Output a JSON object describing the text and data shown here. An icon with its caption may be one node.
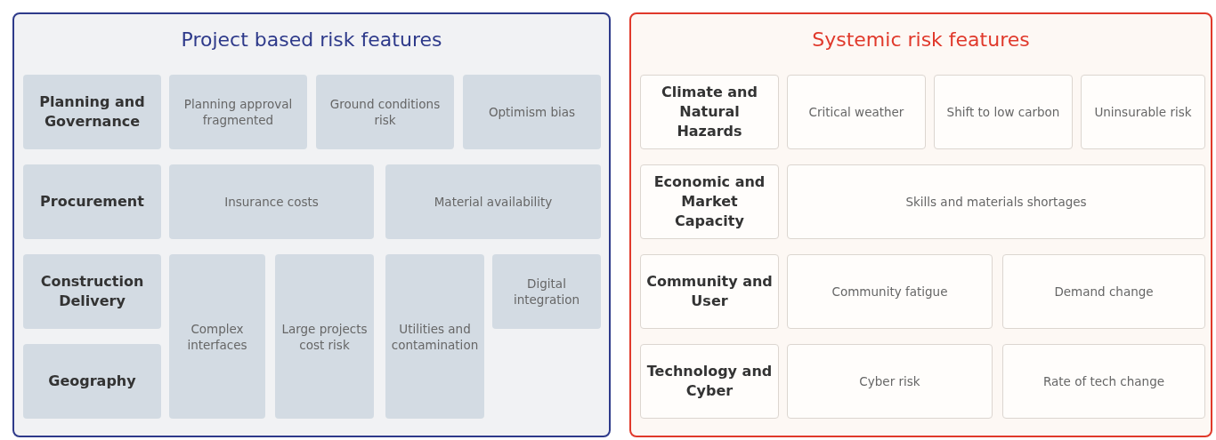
{
  "diagram": {
    "nodes": [
      {
        "text": [
          "Project based risk features"
        ]
      },
      {
        "text": [
          "Planning and Governance"
        ],
        "in": 0
      },
      {
        "text": [
          "Planning approval fragmented"
        ],
        "in": 0
      },
      {
        "text": [
          "Ground conditions risk"
        ],
        "in": 0
      },
      {
        "text": [
          "Optimism bias"
        ],
        "in": 0
      },
      {
        "text": [
          "Procurement"
        ],
        "in": 0
      },
      {
        "text": [
          "Insurance costs"
        ],
        "in": 0
      },
      {
        "text": [
          "Material availability"
        ],
        "in": 0
      },
      {
        "text": [
          "Construction Delivery"
        ],
        "in": 0
      },
      {
        "text": [
          "Complex interfaces"
        ],
        "in": 0
      },
      {
        "text": [
          "Large projects cost risk"
        ],
        "in": 0
      },
      {
        "text": [
          "Utilities and contamination"
        ],
        "in": 0
      },
      {
        "text": [
          "Digital integration"
        ],
        "in": 0
      },
      {
        "text": [
          "Geography"
        ],
        "in": 0
      },
      {
        "text": [
          "Systemic risk features"
        ]
      },
      {
        "text": [
          "Climate and Natural Hazards"
        ],
        "in": 14
      },
      {
        "text": [
          "Critical weather"
        ],
        "in": 14
      },
      {
        "text": [
          "Shift to low carbon"
        ],
        "in": 14
      },
      {
        "text": [
          "Uninsurable risk"
        ],
        "in": 14
      },
      {
        "text": [
          "Economic and Market Capacity"
        ],
        "in": 14
      },
      {
        "text": [
          "Skills and materials shortages"
        ],
        "in": 14
      },
      {
        "text": [
          "Community and User"
        ],
        "in": 14
      },
      {
        "text": [
          "Community fatigue"
        ],
        "in": 14
      },
      {
        "text": [
          "Demand change"
        ],
        "in": 14
      },
      {
        "text": [
          "Technology and Cyber"
        ],
        "in": 14
      },
      {
        "text": [
          "Cyber risk"
        ],
        "in": 14
      },
      {
        "text": [
          "Rate of tech change"
        ],
        "in": 14
      }
    ]
  }
}
